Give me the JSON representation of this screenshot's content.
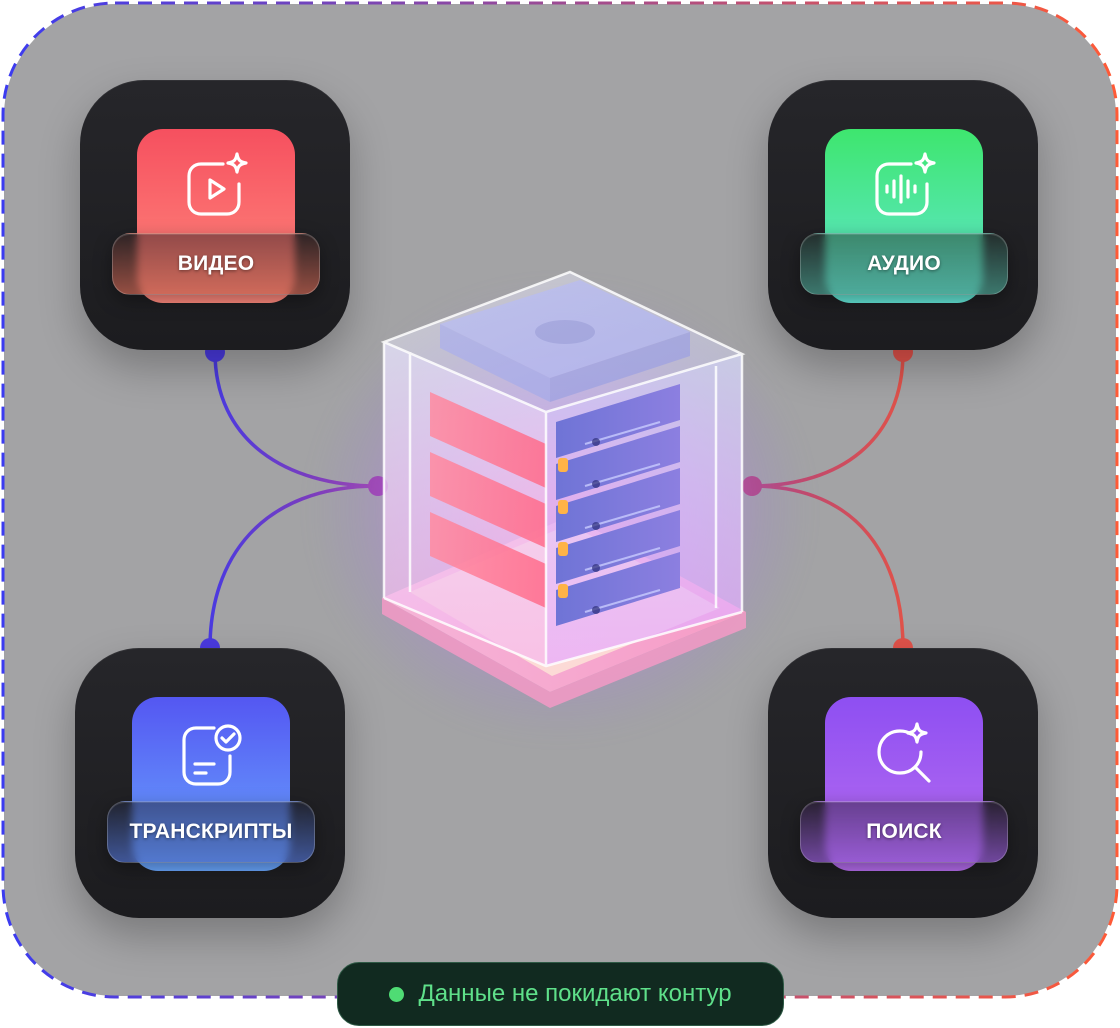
{
  "colors": {
    "frame_fill": "#a3a3a5",
    "dash_start": "#3b3bf0",
    "dash_end": "#ff5a36",
    "connector_left": "#4a3ae0",
    "connector_right": "#e0524a",
    "connector_hub_left": "#9a3ea8",
    "connector_hub_right": "#b0447f",
    "badge_dot": "#4fdc74"
  },
  "tiles": [
    {
      "key": "video",
      "label": "ВИДЕО",
      "icon": "video-sparkle-icon",
      "gradient": [
        "#f6505f",
        "#ff8a7e"
      ],
      "pill_tint": "#c2604f"
    },
    {
      "key": "audio",
      "label": "АУДИО",
      "icon": "audio-waveform-sparkle-icon",
      "gradient": [
        "#3ee66e",
        "#64e6d8"
      ],
      "pill_tint": "#3f9a88"
    },
    {
      "key": "transcripts",
      "label": "ТРАНСКРИПТЫ",
      "icon": "document-check-icon",
      "gradient": [
        "#5457f2",
        "#6aa8ff"
      ],
      "pill_tint": "#3f5fb0"
    },
    {
      "key": "search",
      "label": "ПОИСК",
      "icon": "search-sparkle-icon",
      "gradient": [
        "#8e4ff2",
        "#b86ef0"
      ],
      "pill_tint": "#7040b0"
    }
  ],
  "center": {
    "icon": "server-rack-icon"
  },
  "badge": {
    "text": "Данные не покидают контур",
    "icon": "status-dot-icon"
  }
}
